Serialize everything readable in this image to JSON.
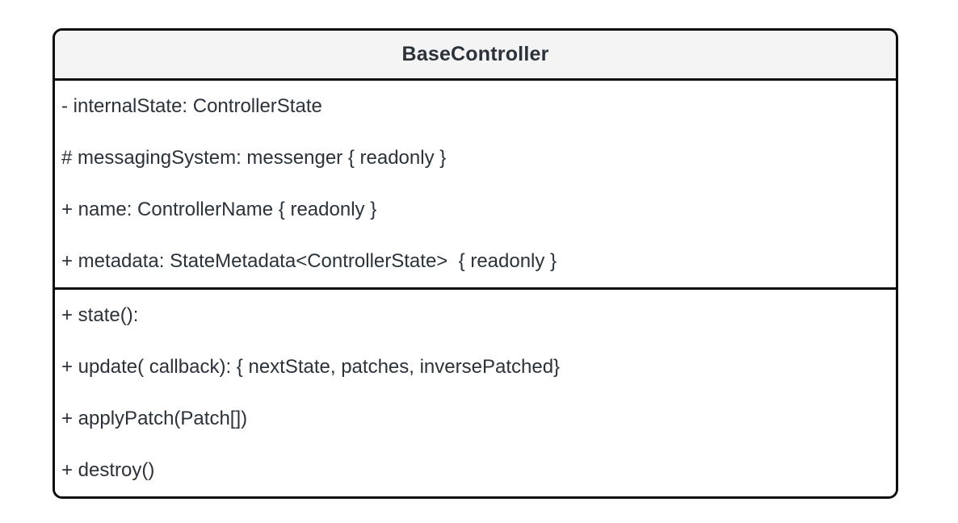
{
  "diagram": {
    "class_name": "BaseController",
    "attributes": [
      "- internalState: ControllerState",
      "# messagingSystem: messenger { readonly }",
      "+ name: ControllerName { readonly }",
      "+ metadata: StateMetadata<ControllerState>  { readonly }"
    ],
    "methods": [
      "+ state():",
      "+ update( callback): { nextState, patches, inversePatched}",
      "+ applyPatch(Patch[])",
      "+ destroy()"
    ],
    "colors": {
      "border": "#0d0d0d",
      "header_bg": "#f4f4f4",
      "body_bg": "#ffffff",
      "text": "#2c323a",
      "page_bg": "#ffffff"
    }
  }
}
